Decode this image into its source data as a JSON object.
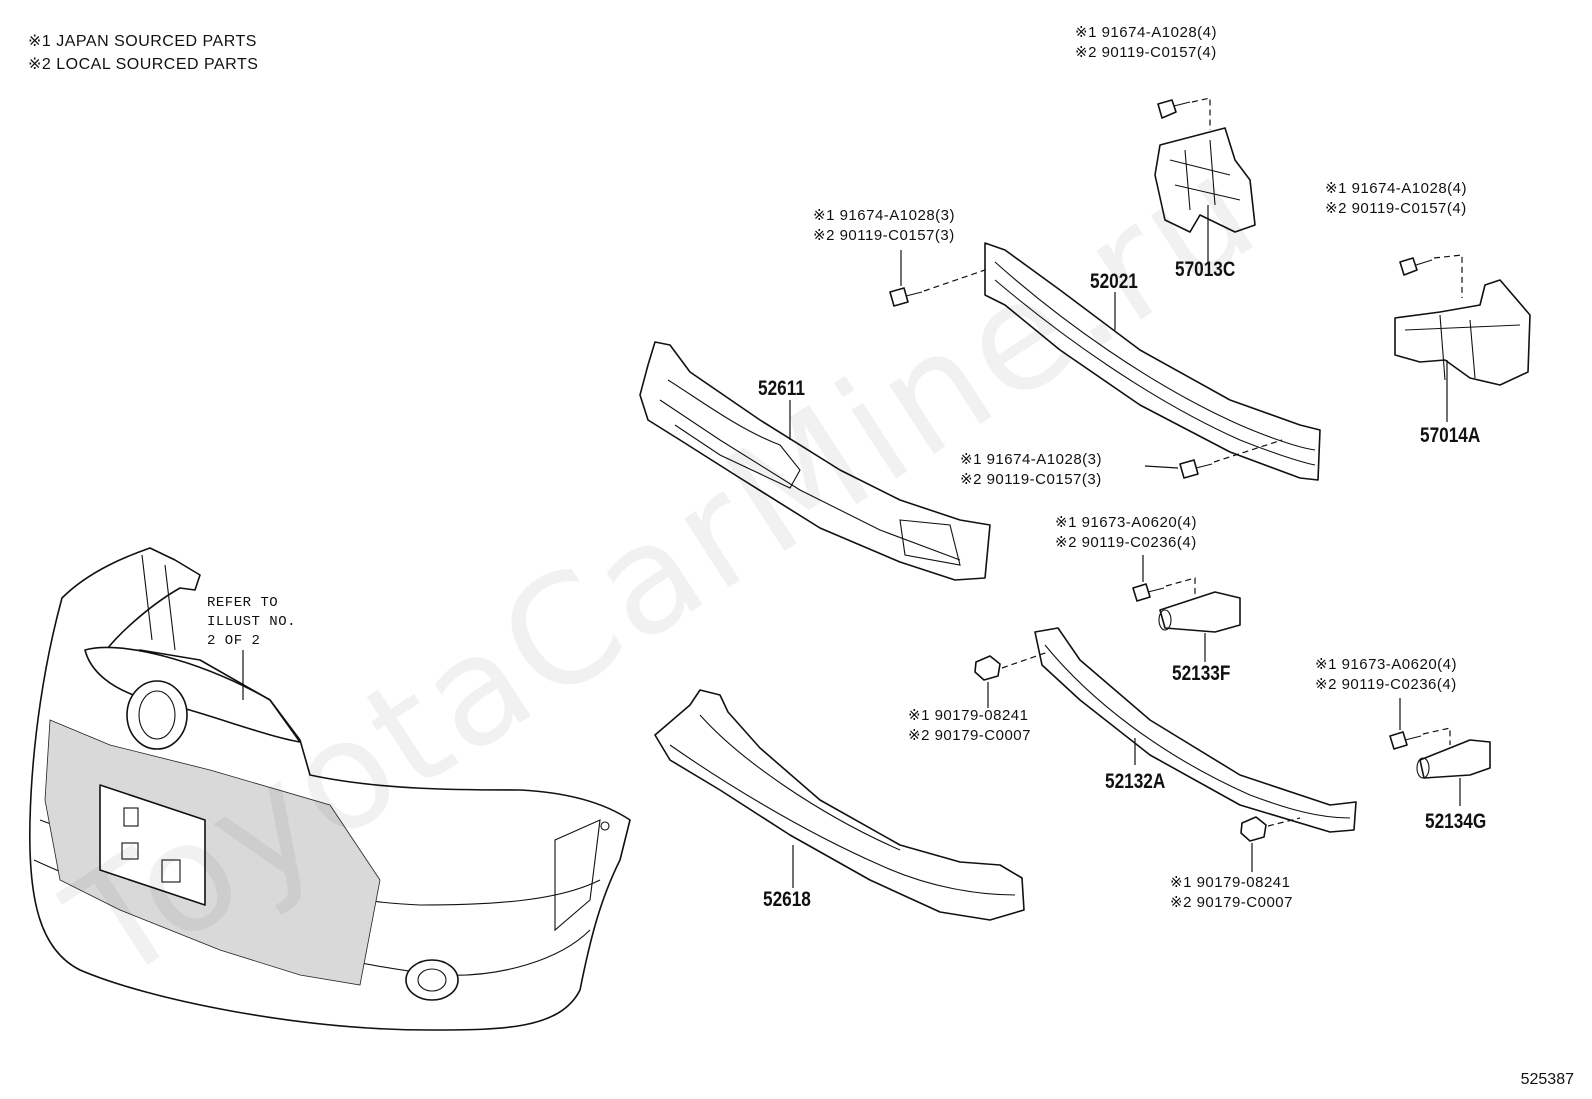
{
  "legend": [
    "※1 JAPAN SOURCED PARTS",
    "※2 LOCAL SOURCED PARTS"
  ],
  "refer_note": [
    "REFER TO",
    "ILLUST NO.",
    "2 OF 2"
  ],
  "watermark": "ToyotaCarMine.ru",
  "diagram_code": "525387",
  "fastener_labels": {
    "bracket_right_top": [
      "※1 91674-A1028(4)",
      "※2 90119-C0157(4)"
    ],
    "reinforcement_left": [
      "※1 91674-A1028(3)",
      "※2 90119-C0157(3)"
    ],
    "bracket_far_right": [
      "※1 91674-A1028(4)",
      "※2 90119-C0157(4)"
    ],
    "reinforcement_right": [
      "※1 91674-A1028(3)",
      "※2 90119-C0157(3)"
    ],
    "extension_upper": [
      "※1 91673-A0620(4)",
      "※2 90119-C0236(4)"
    ],
    "extension_lower": [
      "※1 91673-A0620(4)",
      "※2 90119-C0236(4)"
    ],
    "nut_left": [
      "※1 90179-08241",
      "※2 90179-C0007"
    ],
    "nut_bottom": [
      "※1 90179-08241",
      "※2 90179-C0007"
    ]
  },
  "part_numbers": {
    "p57013C": "57013C",
    "p52021": "52021",
    "p57014A": "57014A",
    "p52611": "52611",
    "p52133F": "52133F",
    "p52132A": "52132A",
    "p52134G": "52134G",
    "p52618": "52618"
  }
}
